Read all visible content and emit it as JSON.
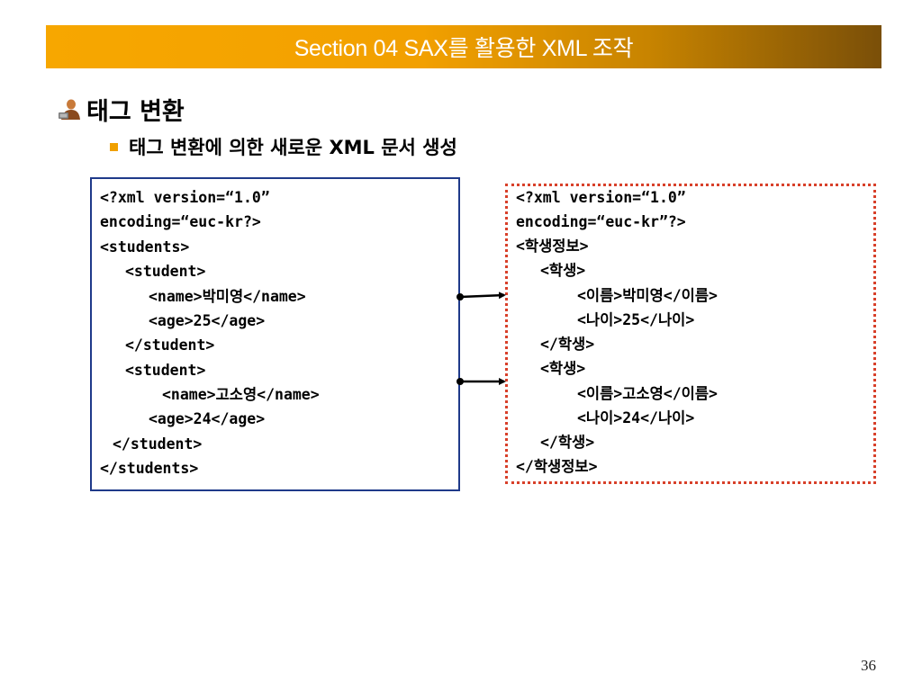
{
  "header": {
    "title": "Section 04 SAX를 활용한 XML 조작"
  },
  "heading": {
    "text": "태그 변환",
    "icon": "person-icon"
  },
  "subheading": {
    "text": "태그 변환에 의한 새로운 XML 문서 생성"
  },
  "left_box": {
    "lines": [
      "<?xml version=“1.0”",
      "encoding=“euc-kr?>",
      "<students>",
      "<student>",
      "<name>박미영</name>",
      "<age>25</age>",
      "</student>",
      "<student>",
      "<name>고소영</name>",
      "<age>24</age>",
      "</student>",
      "</students>"
    ]
  },
  "right_box": {
    "lines": [
      "<?xml version=“1.0”",
      "encoding=“euc-kr”?>",
      "<학생정보>",
      "<학생>",
      "<이름>박미영</이름>",
      "<나이>25</나이>",
      "</학생>",
      "<학생>",
      "<이름>고소영</이름>",
      "<나이>24</나이>",
      "</학생>",
      "</학생정보>"
    ]
  },
  "colors": {
    "header_bar": "#f2a000",
    "left_border": "#1f3a8a",
    "right_border": "#d8402a",
    "bullet": "#f0a000"
  },
  "page_number": "36"
}
